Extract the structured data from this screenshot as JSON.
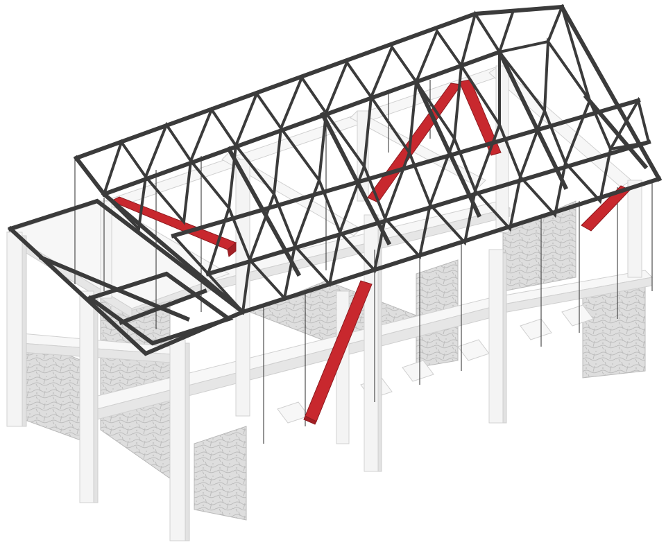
{
  "diagram": {
    "type": "axonometric-structure",
    "colors": {
      "background": "#ffffff",
      "truss": "#3b3b3b",
      "brace": "#c8282e",
      "concrete": "#f4f4f4",
      "stone": "#dcdcdc",
      "hanger": "#2a2a2a"
    },
    "elements": [
      "steel-roof-truss",
      "red-diagonal-braces",
      "white-concrete-frame",
      "rubble-stone-walls",
      "suspension-hanger-rods"
    ]
  }
}
